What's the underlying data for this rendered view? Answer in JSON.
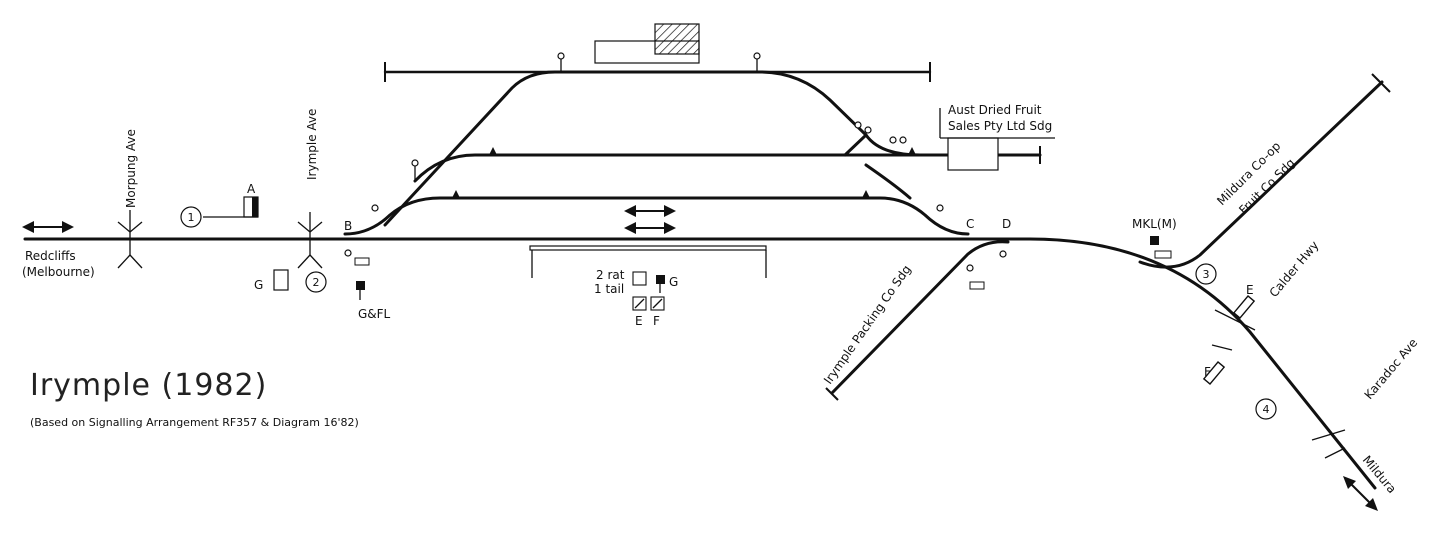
{
  "title": "Irymple (1982)",
  "subtitle": "(Based on Signalling Arrangement RF357 & Diagram 16'82)",
  "directions": {
    "left": [
      "Redcliffs",
      "(Melbourne)"
    ],
    "bottom_right": "Mildura"
  },
  "roads": {
    "morpung": "Morpung Ave",
    "irymple_ave": "Irymple Ave",
    "calder": "Calder Hwy",
    "karadoc": "Karadoc Ave"
  },
  "sidings": {
    "aust_dried_fruit": [
      "Aust Dried Fruit",
      "Sales Pty Ltd Sdg"
    ],
    "mildura_coop": [
      "Mildura Co-op",
      "Fruit Co Sdg"
    ],
    "packing": "Irymple Packing Co Sdg"
  },
  "signal_labels": {
    "A": "A",
    "B": "B",
    "C": "C",
    "D": "D",
    "E": "E",
    "F": "F",
    "G": "G",
    "GFL": "G&FL",
    "MKL": "MKL(M)"
  },
  "circled_numbers": [
    "1",
    "2",
    "3",
    "4"
  ],
  "lever_legend": {
    "line1": "2 rat",
    "line2": "1 tail",
    "e": "E",
    "f": "F",
    "g": "G"
  },
  "icons": [
    "double-arrow-icon",
    "signal-post-icon",
    "level-crossing-icon",
    "station-building-icon"
  ],
  "colors": {
    "ink": "#111111",
    "background": "#ffffff"
  }
}
